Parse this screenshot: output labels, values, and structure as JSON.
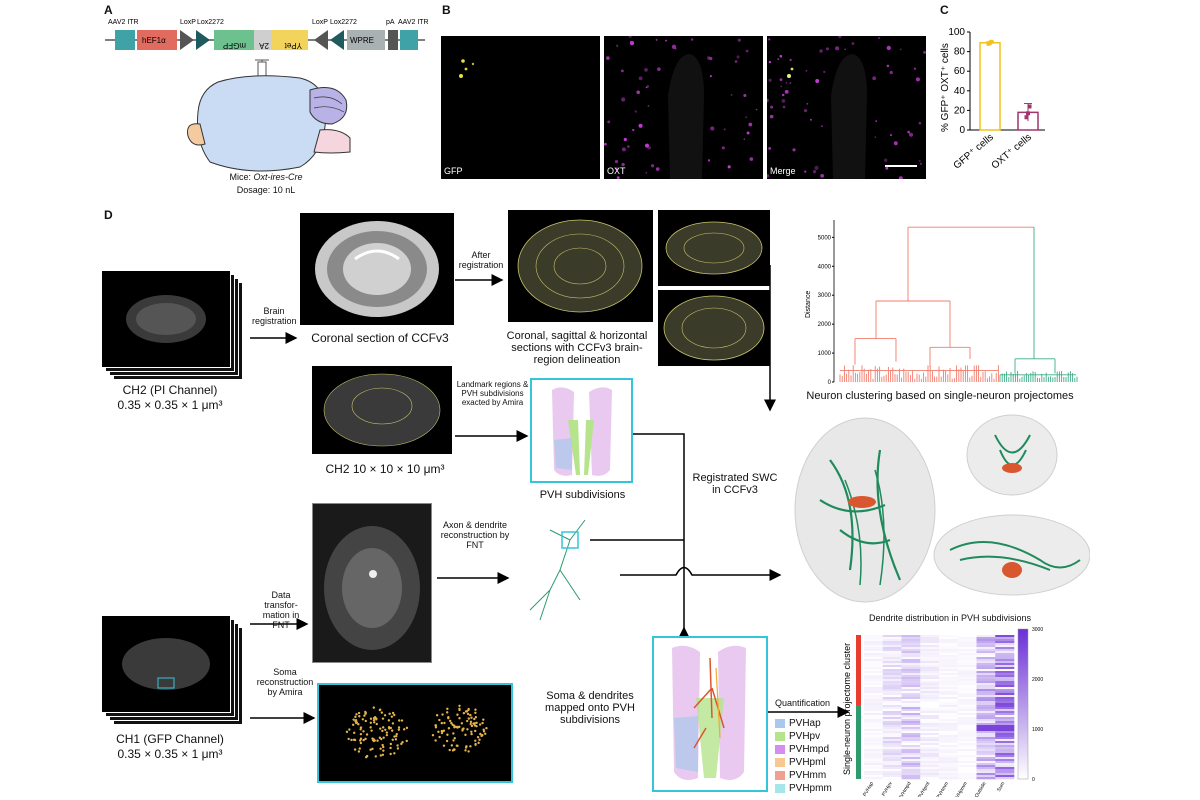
{
  "panels": {
    "A": "A",
    "B": "B",
    "C": "C",
    "D": "D"
  },
  "construct": {
    "top_labels": [
      "AAV2 ITR",
      "LoxP",
      "Lox2272",
      "LoxP",
      "Lox2272",
      "pA",
      "AAV2 ITR"
    ],
    "segments": [
      "hEF1α",
      "mGFP",
      "2A",
      "YPet",
      "WPRE"
    ],
    "mice_prefix": "Mice: ",
    "mice_line": "Oxt-ires-Cre",
    "dosage": "Dosage: 10 nL"
  },
  "micrographs": {
    "captions": [
      "GFP",
      "OXT",
      "Merge"
    ]
  },
  "chart_data": {
    "type": "bar",
    "categories": [
      "GFP⁺ cells",
      "OXT⁺ cells"
    ],
    "values": [
      89,
      18
    ],
    "errors": [
      1,
      9
    ],
    "points": [
      [
        88,
        89,
        90
      ],
      [
        13,
        17,
        24
      ]
    ],
    "ylabel": "% GFP⁺ OXT⁺ cells",
    "ylim": [
      0,
      100
    ],
    "yticks": [
      0,
      20,
      40,
      60,
      80,
      100
    ],
    "colors": [
      "#f2c21b",
      "#a0346b"
    ]
  },
  "workflow": {
    "ch2_label": "CH2 (PI Channel)",
    "ch2_res": "0.35 × 0.35 × 1 μm³",
    "brain_registration": "Brain registration",
    "coronal_ccf": "Coronal section of CCFv3",
    "after_registration": "After registration",
    "sections_caption": "Coronal, sagittal & horizontal sections with CCFv3 brain-region delineation",
    "ch2_10": "CH2 10 × 10 × 10 μm³",
    "landmark": "Landmark regions & PVH subdivisions exacted by Amira",
    "pvh_subdivisions": "PVH subdivisions",
    "registrated": "Registrated SWC in CCFv3",
    "neuron_clustering": "Neuron clustering based on single-neuron projectomes",
    "axon_recon": "Axon & dendrite reconstruction by FNT",
    "data_transform": "Data transfor-mation in FNT",
    "soma_recon": "Soma reconstruction by Amira",
    "ch1_label": "CH1 (GFP Channel)",
    "ch1_res": "0.35 × 0.35 × 1 μm³",
    "soma_mapped": "Soma & dendrites mapped onto PVH subdivisions",
    "quantification": "Quantification",
    "dendrite_title": "Dendrite distribution in PVH subdivisions",
    "heatmap_ylabel": "Single-neuron projectome cluster",
    "heatmap_cols": [
      "PVHap",
      "PVHpv",
      "PVHmpd",
      "PVHpml",
      "PVHmm",
      "PVHpmm",
      "Outside",
      "Sum"
    ],
    "heatmap_scale": [
      "3000",
      "2000",
      "1000",
      "0"
    ]
  },
  "dendrogram": {
    "ylabel": "Distance",
    "yticks": [
      "0",
      "1000",
      "2000",
      "3000",
      "4000",
      "5000"
    ],
    "colors": {
      "left": "#f27b6b",
      "right": "#3fae86"
    }
  },
  "pvh_legend": [
    {
      "label": "PVHap",
      "color": "#a9c8ec"
    },
    {
      "label": "PVHpv",
      "color": "#b5e48c"
    },
    {
      "label": "PVHmpd",
      "color": "#d58df0"
    },
    {
      "label": "PVHpml",
      "color": "#f7c88f"
    },
    {
      "label": "PVHmm",
      "color": "#f0a08e"
    },
    {
      "label": "PVHpmm",
      "color": "#a4e6ea"
    }
  ]
}
